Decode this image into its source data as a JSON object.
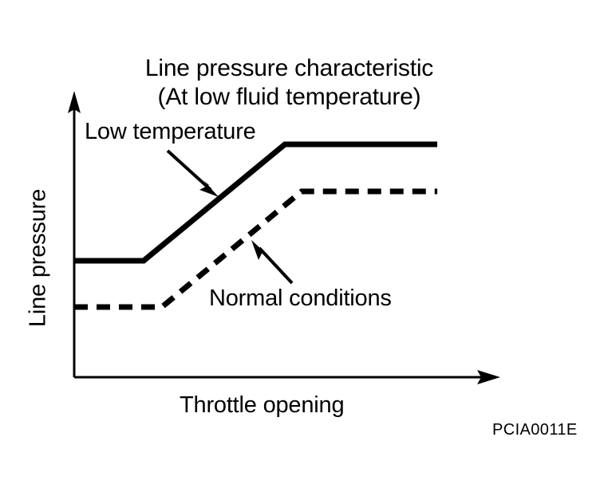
{
  "figure": {
    "title_line_1": "Line pressure characteristic",
    "title_line_2": "(At low fluid temperature)",
    "code": "PCIA0011E",
    "background_color": "#ffffff",
    "ink_color": "#000000"
  },
  "annotations": {
    "low_temperature_label": "Low temperature",
    "normal_conditions_label": "Normal conditions"
  },
  "chart_data": {
    "type": "line",
    "title": "Line pressure characteristic (At low fluid temperature)",
    "xlabel": "Throttle opening",
    "ylabel": "Line pressure",
    "xlim": [
      0,
      100
    ],
    "ylim": [
      0,
      100
    ],
    "grid": false,
    "axis_ticks": false,
    "axis_arrows": true,
    "legend": "inline-callouts",
    "series": [
      {
        "name": "Low temperature",
        "style": "solid",
        "linewidth": 6,
        "color": "#000000",
        "x": [
          0,
          16,
          50,
          86
        ],
        "y": [
          42,
          42,
          83,
          83
        ],
        "description": "Higher line pressure at low fluid temperature; flat plateau, ramp, then upper plateau"
      },
      {
        "name": "Normal conditions",
        "style": "dashed",
        "linewidth": 6,
        "color": "#000000",
        "x": [
          0,
          21,
          54,
          86
        ],
        "y": [
          25,
          25,
          66,
          66
        ],
        "description": "Lower line pressure at normal fluid temperature; parallel curve shifted down and right"
      }
    ],
    "annotations": [
      {
        "text": "Low temperature",
        "points_to_series": "Low temperature",
        "arrow_direction": "down-right"
      },
      {
        "text": "Normal conditions",
        "points_to_series": "Normal conditions",
        "arrow_direction": "up-left"
      }
    ]
  }
}
